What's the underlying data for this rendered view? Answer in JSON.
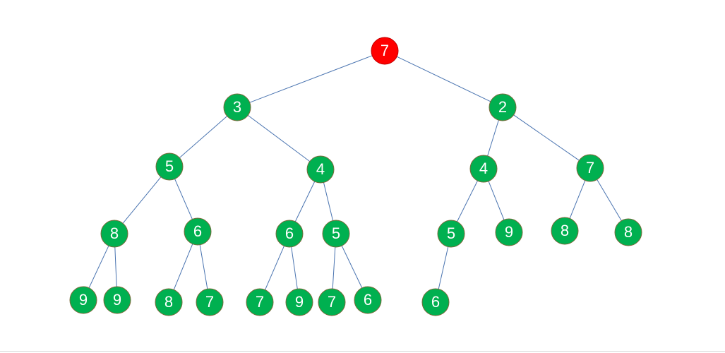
{
  "diagram": {
    "colors": {
      "root_fill": "#ff0000",
      "node_fill": "#00b050",
      "node_stroke": "#7a6a3a",
      "root_stroke": "#c00000",
      "edge": "#4a74b0",
      "label": "#ffffff"
    },
    "nodes": [
      {
        "id": "n0",
        "label": "7",
        "root": true
      },
      {
        "id": "n1",
        "label": "3"
      },
      {
        "id": "n2",
        "label": "2"
      },
      {
        "id": "n3",
        "label": "5"
      },
      {
        "id": "n4",
        "label": "4"
      },
      {
        "id": "n5",
        "label": "4"
      },
      {
        "id": "n6",
        "label": "7"
      },
      {
        "id": "n7",
        "label": "8"
      },
      {
        "id": "n8",
        "label": "6"
      },
      {
        "id": "n9",
        "label": "6"
      },
      {
        "id": "n10",
        "label": "5"
      },
      {
        "id": "n11",
        "label": "5"
      },
      {
        "id": "n12",
        "label": "9"
      },
      {
        "id": "n13",
        "label": "8"
      },
      {
        "id": "n14",
        "label": "8"
      },
      {
        "id": "n15",
        "label": "9"
      },
      {
        "id": "n16",
        "label": "9"
      },
      {
        "id": "n17",
        "label": "8"
      },
      {
        "id": "n18",
        "label": "7"
      },
      {
        "id": "n19",
        "label": "7"
      },
      {
        "id": "n20",
        "label": "9"
      },
      {
        "id": "n21",
        "label": "7"
      },
      {
        "id": "n22",
        "label": "6"
      },
      {
        "id": "n23",
        "label": "6"
      }
    ],
    "edges": [
      [
        "n0",
        "n1"
      ],
      [
        "n0",
        "n2"
      ],
      [
        "n1",
        "n3"
      ],
      [
        "n1",
        "n4"
      ],
      [
        "n2",
        "n5"
      ],
      [
        "n2",
        "n6"
      ],
      [
        "n3",
        "n7"
      ],
      [
        "n3",
        "n8"
      ],
      [
        "n4",
        "n9"
      ],
      [
        "n4",
        "n10"
      ],
      [
        "n5",
        "n11"
      ],
      [
        "n5",
        "n12"
      ],
      [
        "n6",
        "n13"
      ],
      [
        "n6",
        "n14"
      ],
      [
        "n7",
        "n15"
      ],
      [
        "n7",
        "n16"
      ],
      [
        "n8",
        "n17"
      ],
      [
        "n8",
        "n18"
      ],
      [
        "n9",
        "n19"
      ],
      [
        "n9",
        "n20"
      ],
      [
        "n10",
        "n21"
      ],
      [
        "n10",
        "n22"
      ],
      [
        "n11",
        "n23"
      ]
    ]
  }
}
